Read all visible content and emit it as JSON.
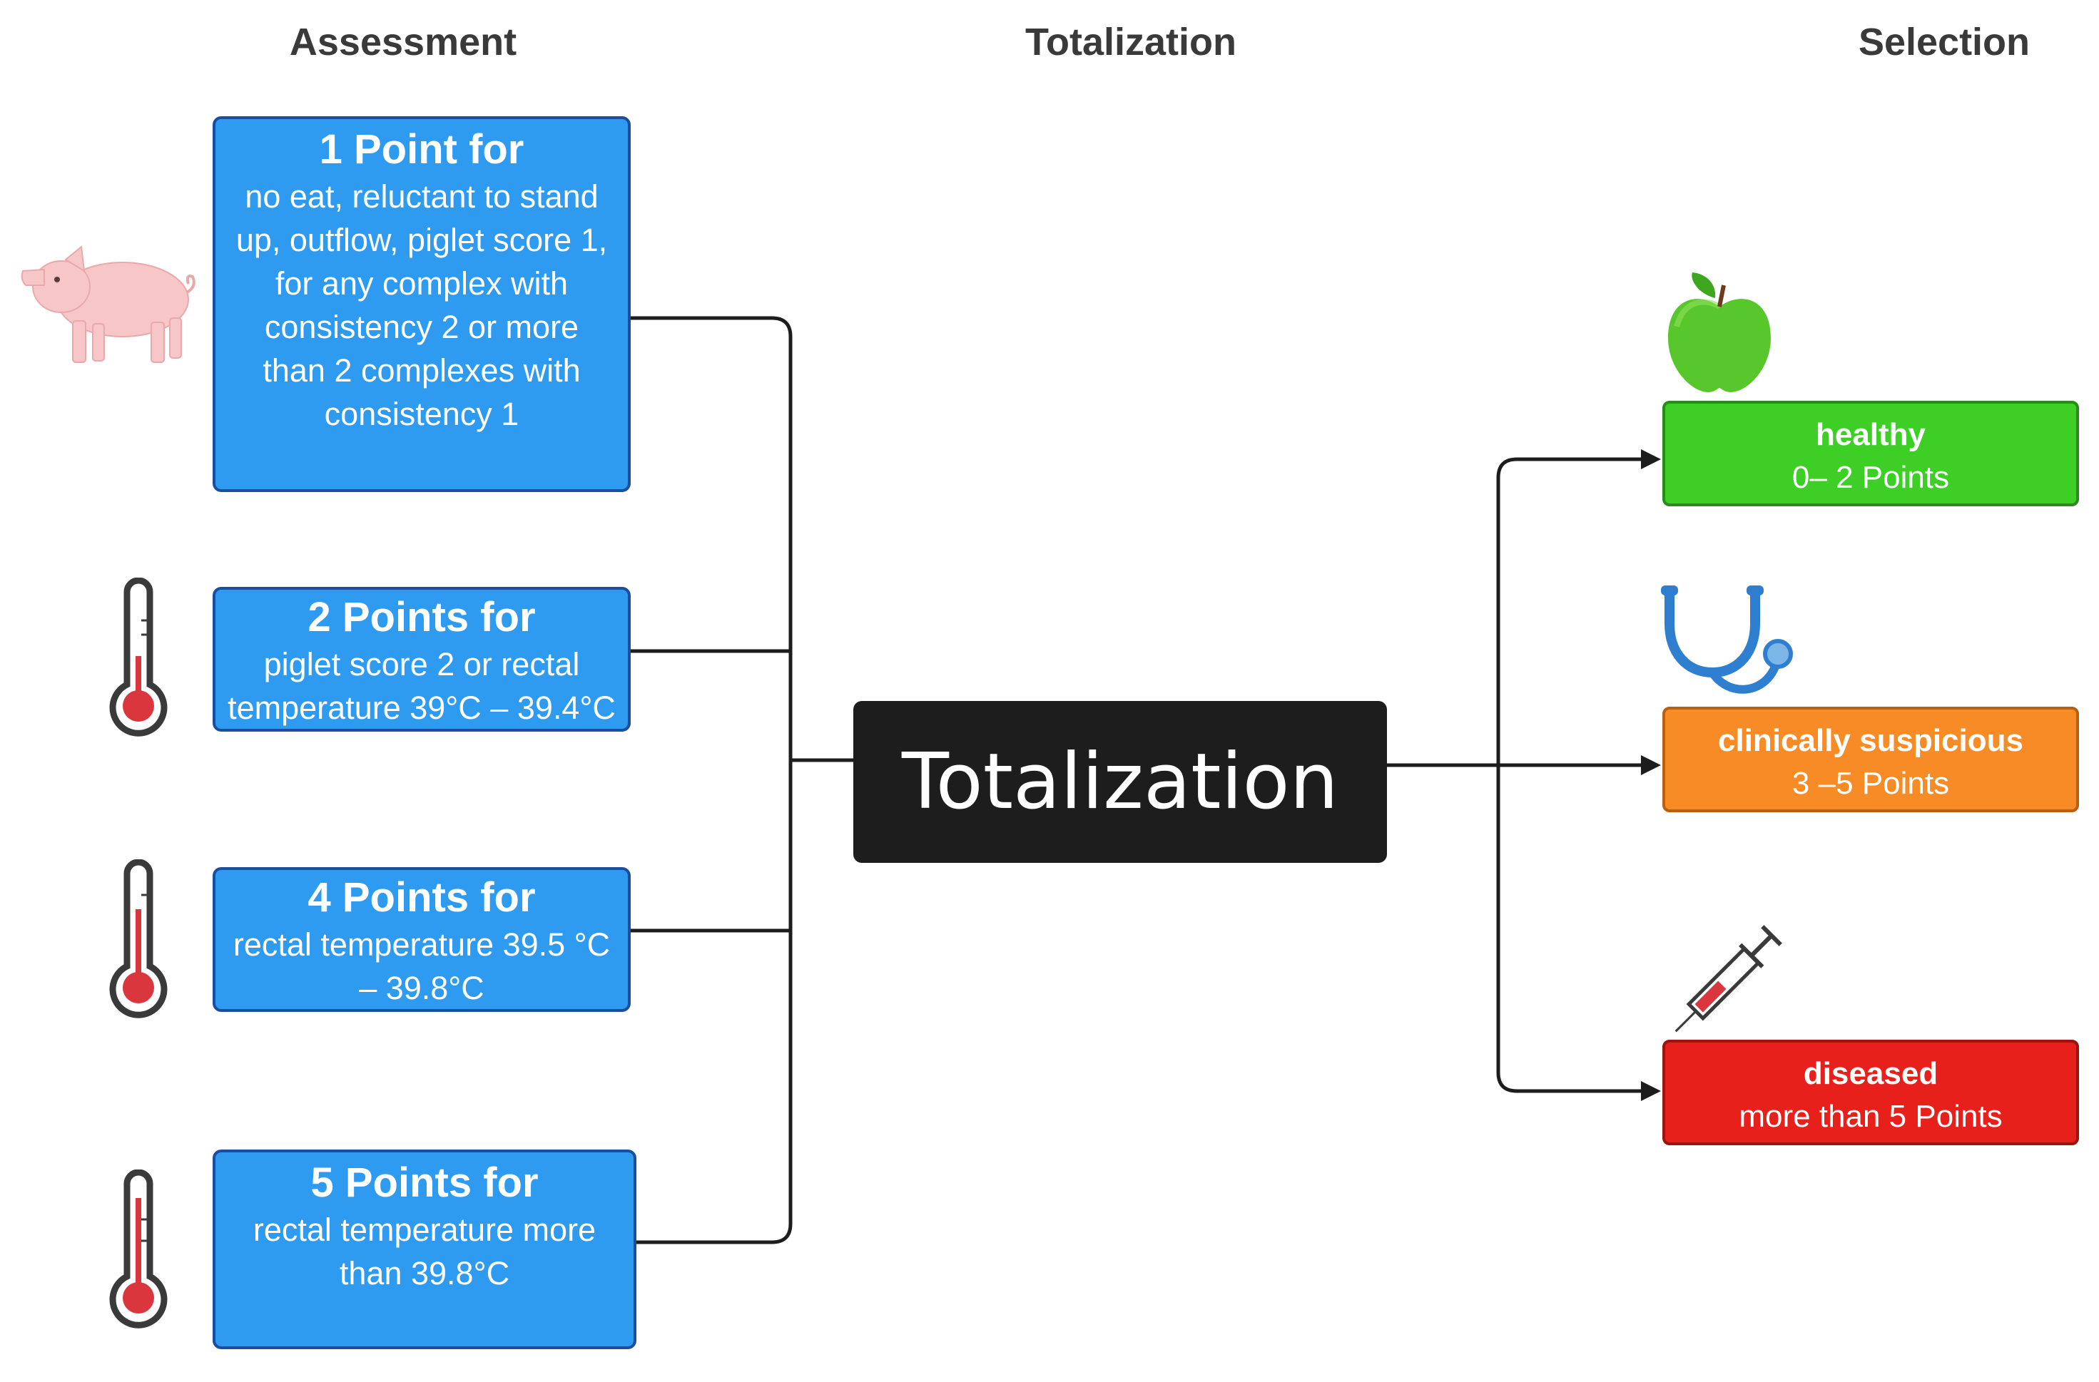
{
  "headers": {
    "assessment": "Assessment",
    "totalization": "Totalization",
    "selection": "Selection"
  },
  "criteria": [
    {
      "title": "1 Point for",
      "lines": [
        "no eat, reluctant to stand",
        "up, outflow, piglet score 1,",
        "for any complex with",
        "consistency 2 or more",
        "than 2 complexes with",
        "consistency 1"
      ],
      "icon": "pig-icon"
    },
    {
      "title": "2 Points for",
      "lines": [
        "piglet score 2 or rectal",
        "temperature 39°C – 39.4°C"
      ],
      "icon": "thermometer-icon"
    },
    {
      "title": "4 Points for",
      "lines": [
        "rectal temperature 39.5 °C",
        "– 39.8°C"
      ],
      "icon": "thermometer-icon"
    },
    {
      "title": "5 Points for",
      "lines": [
        "rectal temperature more",
        "than 39.8°C"
      ],
      "icon": "thermometer-icon"
    }
  ],
  "center": {
    "label": "Totalization"
  },
  "results": [
    {
      "title": "healthy",
      "range": "0– 2 Points",
      "icon": "apple-icon",
      "color": "#3ecf26"
    },
    {
      "title": "clinically suspicious",
      "range": "3 –5 Points",
      "icon": "stethoscope-icon",
      "color": "#f78b25"
    },
    {
      "title": "diseased",
      "range": "more than 5 Points",
      "icon": "syringe-icon",
      "color": "#e8201b"
    }
  ],
  "colors": {
    "criteria_box": "#2f9bf0",
    "criteria_border": "#1a4fa0",
    "center_box": "#1d1d1d",
    "connector": "#1d1d1d"
  }
}
